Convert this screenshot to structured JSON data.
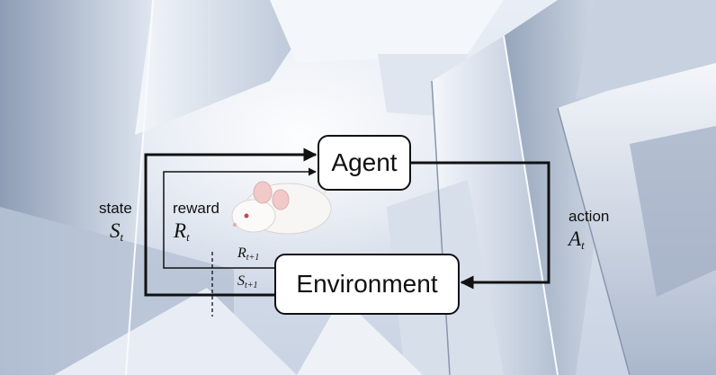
{
  "nodes": {
    "agent": "Agent",
    "environment": "Environment"
  },
  "signals": {
    "state": {
      "label": "state",
      "symbol": "S",
      "subscript": "t"
    },
    "reward": {
      "label": "reward",
      "symbol": "R",
      "subscript": "t"
    },
    "action": {
      "label": "action",
      "symbol": "A",
      "subscript": "t"
    },
    "next_reward": {
      "symbol": "R",
      "subscript": "t+1"
    },
    "next_state": {
      "symbol": "S",
      "subscript": "t+1"
    }
  },
  "colors": {
    "ink": "#111111",
    "box_fill": "#ffffff",
    "wall_light": "#eef2f8",
    "wall_shade": "#9aa9bf"
  }
}
